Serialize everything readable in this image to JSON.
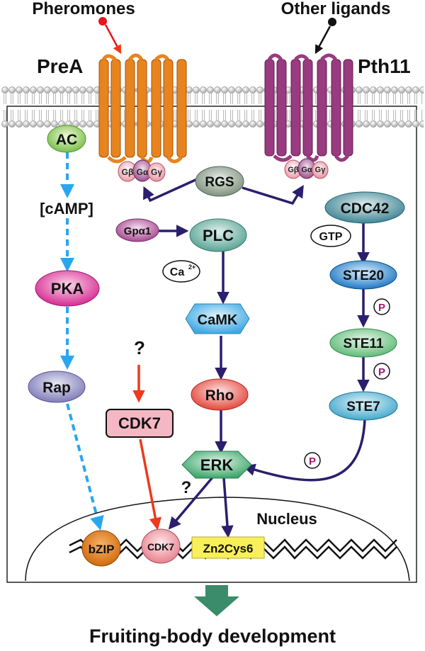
{
  "labels": {
    "pheromones": "Pheromones",
    "other_ligands": "Other ligands",
    "prea": "PreA",
    "pth11": "Pth11",
    "nucleus": "Nucleus",
    "fruiting": "Fruiting-body development",
    "question_top": "?",
    "question_erk": "?"
  },
  "nodes": {
    "ac": "AC",
    "camp": "[cAMP]",
    "pka": "PKA",
    "rap": "Rap",
    "rgs": "RGS",
    "gpa1": "Gpα1",
    "plc": "PLC",
    "ca": "Ca",
    "ca_sup": "2+",
    "camk": "CaMK",
    "rho": "Rho",
    "erk": "ERK",
    "cdk7_cyto": "CDK7",
    "cdc42": "CDC42",
    "gtp": "GTP",
    "ste20": "STE20",
    "ste11": "STE11",
    "ste7": "STE7",
    "phospho": "P",
    "bzip": "bZIP",
    "cdk7_nuc": "CDK7",
    "zn2cys6": "Zn2Cys6",
    "g_beta": "Gβ",
    "g_alpha": "Gα",
    "g_gamma": "Gγ"
  },
  "colors": {
    "prea_receptor": "#e8841e",
    "pth11_receptor": "#9a3a80",
    "navy_arrow": "#2a1f6e",
    "camp_arrow": "#2aa6f0",
    "cdk7_arrow": "#ee3a1c",
    "output_arrow": "#3a8c6a",
    "zn2cys6_box": "#f7f05a",
    "bzip_node": "#e07a14"
  }
}
